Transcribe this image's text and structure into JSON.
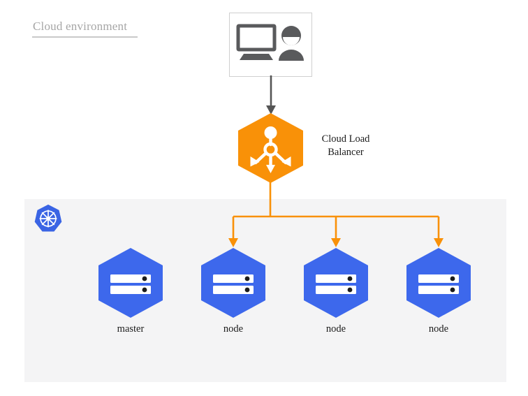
{
  "diagram": {
    "title": "Cloud environment",
    "colors": {
      "orange": "#F99108",
      "blue": "#3D68EC",
      "k8s_blue": "#3A64E4",
      "panel_gray": "#F4F4F5",
      "icon_gray": "#595A5C",
      "title_gray": "#A6A6A6",
      "arrow_gray": "#555555",
      "box_border": "#CFCFCF"
    }
  },
  "client": {
    "name": "client-box",
    "monitor_icon": "monitor-icon",
    "user_icon": "user-icon"
  },
  "connectors": {
    "client_to_lb": "gray-arrow-down",
    "lb_fanout": "orange-fanout-arrows"
  },
  "load_balancer": {
    "label_line1": "Cloud Load",
    "label_line2": "Balancer",
    "icon": "load-balancer-icon",
    "shape": "hexagon"
  },
  "cluster": {
    "logo": "kubernetes-logo",
    "nodes": [
      {
        "label": "master",
        "icon": "server-icon"
      },
      {
        "label": "node",
        "icon": "server-icon"
      },
      {
        "label": "node",
        "icon": "server-icon"
      },
      {
        "label": "node",
        "icon": "server-icon"
      }
    ]
  }
}
